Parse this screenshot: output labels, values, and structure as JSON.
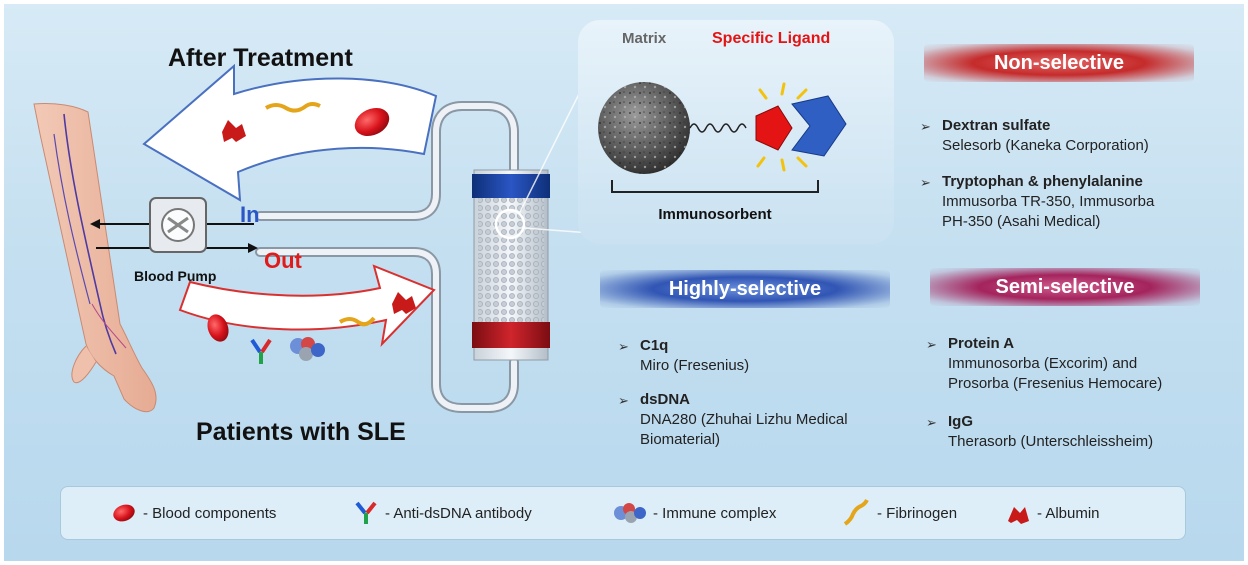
{
  "titles": {
    "after_treatment": "After Treatment",
    "patients_with_sle": "Patients with SLE"
  },
  "pump": {
    "label": "Blood Pump",
    "in_label": "In",
    "out_label": "Out"
  },
  "immunosorbent": {
    "matrix_label": "Matrix",
    "ligand_label": "Specific Ligand",
    "name": "Immunosorbent"
  },
  "categories": {
    "non_selective": {
      "label": "Non-selective",
      "items": [
        {
          "name": "Dextran sulfate",
          "detail": "Selesorb (Kaneka Corporation)"
        },
        {
          "name": "Tryptophan & phenylalanine",
          "detail_1": "Immusorba TR-350, Immusorba",
          "detail_2": "PH-350 (Asahi Medical)"
        }
      ]
    },
    "highly_selective": {
      "label": "Highly-selective",
      "items": [
        {
          "name": "C1q",
          "detail": "Miro (Fresenius)"
        },
        {
          "name": "dsDNA",
          "detail_1": "DNA280 (Zhuhai Lizhu Medical",
          "detail_2": "Biomaterial)"
        }
      ]
    },
    "semi_selective": {
      "label": "Semi-selective",
      "items": [
        {
          "name": "Protein A",
          "detail_1": "Immunosorba (Excorim) and",
          "detail_2": "Prosorba (Fresenius Hemocare)"
        },
        {
          "name": "IgG",
          "detail": "Therasorb (Unterschleissheim)"
        }
      ]
    }
  },
  "legend": [
    {
      "icon": "red-blood-cell-icon",
      "label": "- Blood components"
    },
    {
      "icon": "antibody-icon",
      "label": "- Anti-dsDNA antibody"
    },
    {
      "icon": "immune-complex-icon",
      "label": "- Immune complex"
    },
    {
      "icon": "fibrinogen-icon",
      "label": "- Fibrinogen"
    },
    {
      "icon": "albumin-icon",
      "label": "- Albumin"
    }
  ],
  "colors": {
    "blood": "#d8121b",
    "ligand_red": "#e41414",
    "ligand_blue": "#2f5fc2",
    "label_blue": "#2a56c6",
    "label_red": "#e01b1b",
    "non_selective": "#c52b2b",
    "highly_selective": "#3155b4",
    "semi_selective": "#a4245d"
  }
}
